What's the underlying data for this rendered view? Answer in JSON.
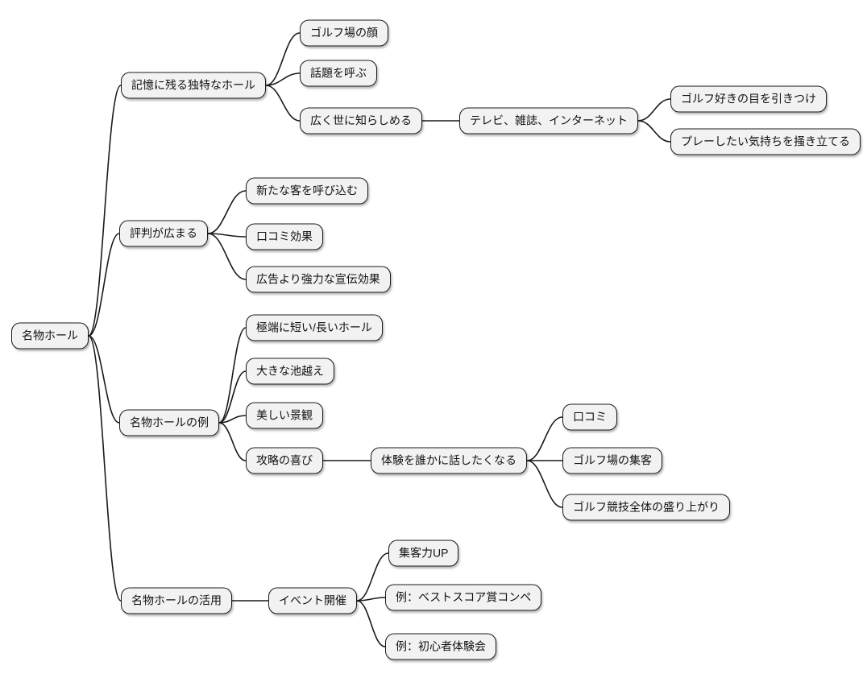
{
  "style": {
    "page_bg": "#ffffff",
    "node_fill": "#f2f2f2",
    "node_border": "#1a1a1a",
    "node_text": "#111111",
    "edge_color": "#1a1a1a"
  },
  "nodes": [
    {
      "id": "root",
      "label": "名物ホール"
    },
    {
      "id": "b1",
      "label": "記憶に残る独特なホール"
    },
    {
      "id": "b1c1",
      "label": "ゴルフ場の顔"
    },
    {
      "id": "b1c2",
      "label": "話題を呼ぶ"
    },
    {
      "id": "b1c3",
      "label": "広く世に知らしめる"
    },
    {
      "id": "tv",
      "label": "テレビ、雑誌、インターネット"
    },
    {
      "id": "tv1",
      "label": "ゴルフ好きの目を引きつけ"
    },
    {
      "id": "tv2",
      "label": "プレーしたい気持ちを掻き立てる"
    },
    {
      "id": "b2",
      "label": "評判が広まる"
    },
    {
      "id": "b2c1",
      "label": "新たな客を呼び込む"
    },
    {
      "id": "b2c2",
      "label": "口コミ効果"
    },
    {
      "id": "b2c3",
      "label": "広告より強力な宣伝効果"
    },
    {
      "id": "b3",
      "label": "名物ホールの例"
    },
    {
      "id": "b3c1",
      "label": "極端に短い/長いホール"
    },
    {
      "id": "b3c2",
      "label": "大きな池越え"
    },
    {
      "id": "b3c3",
      "label": "美しい景観"
    },
    {
      "id": "b3c4",
      "label": "攻略の喜び"
    },
    {
      "id": "taiken",
      "label": "体験を誰かに話したくなる"
    },
    {
      "id": "k1",
      "label": "口コミ"
    },
    {
      "id": "k2",
      "label": "ゴルフ場の集客"
    },
    {
      "id": "k3",
      "label": "ゴルフ競技全体の盛り上がり"
    },
    {
      "id": "b4",
      "label": "名物ホールの活用"
    },
    {
      "id": "ev",
      "label": "イベント開催"
    },
    {
      "id": "ev1",
      "label": "集客力UP"
    },
    {
      "id": "ev2",
      "label": "例：ベストスコア賞コンペ"
    },
    {
      "id": "ev3",
      "label": "例：初心者体験会"
    }
  ],
  "edges": [
    {
      "from": "root",
      "to": "b1"
    },
    {
      "from": "root",
      "to": "b2"
    },
    {
      "from": "root",
      "to": "b3"
    },
    {
      "from": "root",
      "to": "b4"
    },
    {
      "from": "b1",
      "to": "b1c1"
    },
    {
      "from": "b1",
      "to": "b1c2"
    },
    {
      "from": "b1",
      "to": "b1c3"
    },
    {
      "from": "b1c3",
      "to": "tv"
    },
    {
      "from": "tv",
      "to": "tv1"
    },
    {
      "from": "tv",
      "to": "tv2"
    },
    {
      "from": "b2",
      "to": "b2c1"
    },
    {
      "from": "b2",
      "to": "b2c2"
    },
    {
      "from": "b2",
      "to": "b2c3"
    },
    {
      "from": "b3",
      "to": "b3c1"
    },
    {
      "from": "b3",
      "to": "b3c2"
    },
    {
      "from": "b3",
      "to": "b3c3"
    },
    {
      "from": "b3",
      "to": "b3c4"
    },
    {
      "from": "b3c4",
      "to": "taiken"
    },
    {
      "from": "taiken",
      "to": "k1"
    },
    {
      "from": "taiken",
      "to": "k2"
    },
    {
      "from": "taiken",
      "to": "k3"
    },
    {
      "from": "b4",
      "to": "ev"
    },
    {
      "from": "ev",
      "to": "ev1"
    },
    {
      "from": "ev",
      "to": "ev2"
    },
    {
      "from": "ev",
      "to": "ev3"
    }
  ]
}
